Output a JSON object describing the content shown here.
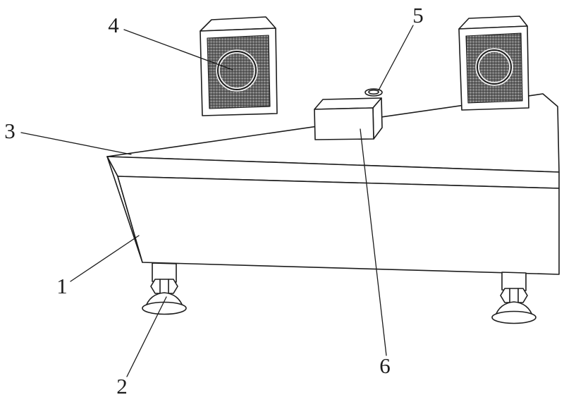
{
  "figure": {
    "background_color": "#ffffff",
    "line_color": "#1c1c1c",
    "grille_mesh_color": "#2a2a2a",
    "callouts": [
      {
        "num": "1"
      },
      {
        "num": "2"
      },
      {
        "num": "3"
      },
      {
        "num": "4"
      },
      {
        "num": "5"
      },
      {
        "num": "6"
      }
    ]
  }
}
